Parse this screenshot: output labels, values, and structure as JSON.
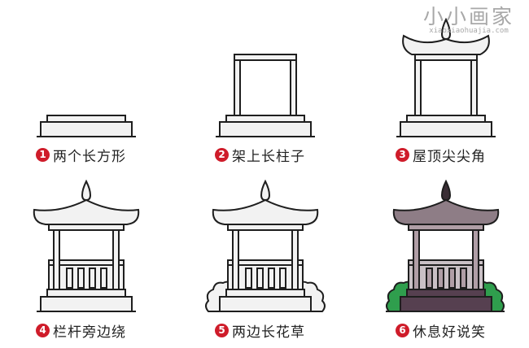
{
  "watermark": {
    "title": "小小画家",
    "url": "xiaoxiaohuajia.com"
  },
  "steps": [
    {
      "number": "1",
      "text": "两个长方形"
    },
    {
      "number": "2",
      "text": "架上长柱子"
    },
    {
      "number": "3",
      "text": "屋顶尖尖角"
    },
    {
      "number": "4",
      "text": "栏杆旁边绕"
    },
    {
      "number": "5",
      "text": "两边长花草"
    },
    {
      "number": "6",
      "text": "休息好说笑"
    }
  ],
  "colors": {
    "line": "#1e1e1e",
    "base_fill": "#f2f2f2",
    "roof_fill": "#8e7d86",
    "pillar_fill": "#b09ea6",
    "base_dark": "#564050",
    "bush_fill": "#2f9e4d",
    "number_badge": "#cf1c2a"
  }
}
